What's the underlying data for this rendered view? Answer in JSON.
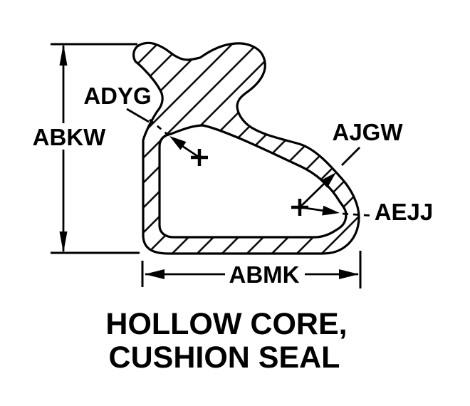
{
  "diagram": {
    "title_line1": "HOLLOW CORE,",
    "title_line2": "CUSHION SEAL",
    "labels": {
      "height_dim": "ABKW",
      "width_dim": "ABMK",
      "inner_top_left_radius": "ADYG",
      "outer_sweep_radius": "AJGW",
      "inner_corner_radius": "AEJJ"
    },
    "colors": {
      "line": "#000000",
      "background": "#ffffff"
    },
    "style": {
      "hatch_direction": "diagonal-45",
      "figure_type": "cross-section"
    }
  }
}
